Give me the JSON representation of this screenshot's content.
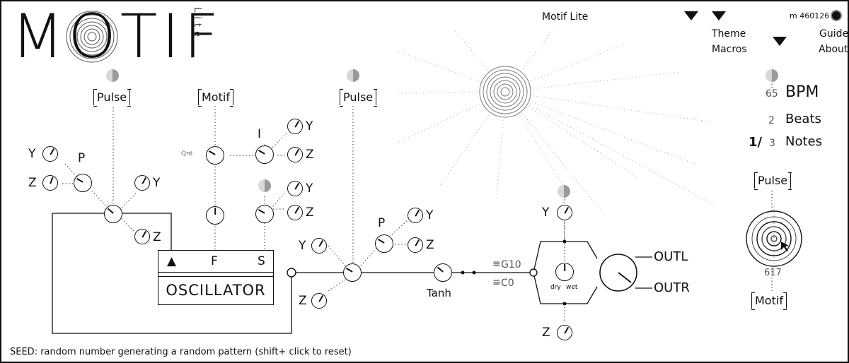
{
  "app": {
    "logo": "MOTIF",
    "logo_sub": "Lite",
    "title": "Motif Lite",
    "id_label": "m 460126"
  },
  "menu": {
    "theme": "Theme",
    "macros": "Macros",
    "guide": "Guide",
    "about": "About"
  },
  "sources": {
    "pulse_a": "Pulse",
    "motif_a": "Motif",
    "pulse_b": "Pulse",
    "pulse_c": "Pulse",
    "motif_b": "Motif"
  },
  "labels": {
    "y1": "Y",
    "z1": "Z",
    "p1": "P",
    "y2": "Y",
    "z2": "Z",
    "qnt": "Qnt",
    "i": "I",
    "y3": "Y",
    "z3": "Z",
    "y4": "Y",
    "z4": "Z",
    "y5": "Y",
    "z5": "Z",
    "p2": "P",
    "y6": "Y",
    "z6": "Z",
    "tanh": "Tanh",
    "g10": "G10",
    "c0": "C0",
    "y7": "Y",
    "z7": "Z",
    "dry": "dry",
    "wet": "wet",
    "outl": "OUTL",
    "outr": "OUTR"
  },
  "oscillator": {
    "title": "OSCILLATOR",
    "wave": "▲",
    "f": "F",
    "s": "S"
  },
  "tempo": {
    "bpm_value": "65",
    "bpm_label": "BPM",
    "beats_value": "2",
    "beats_label": "Beats",
    "notes_prefix": "1/",
    "notes_value": "3",
    "notes_label": "Notes",
    "counter": "617"
  },
  "footer": {
    "seed_text": "SEED: random number generating a random pattern (shift+ click to reset)"
  }
}
